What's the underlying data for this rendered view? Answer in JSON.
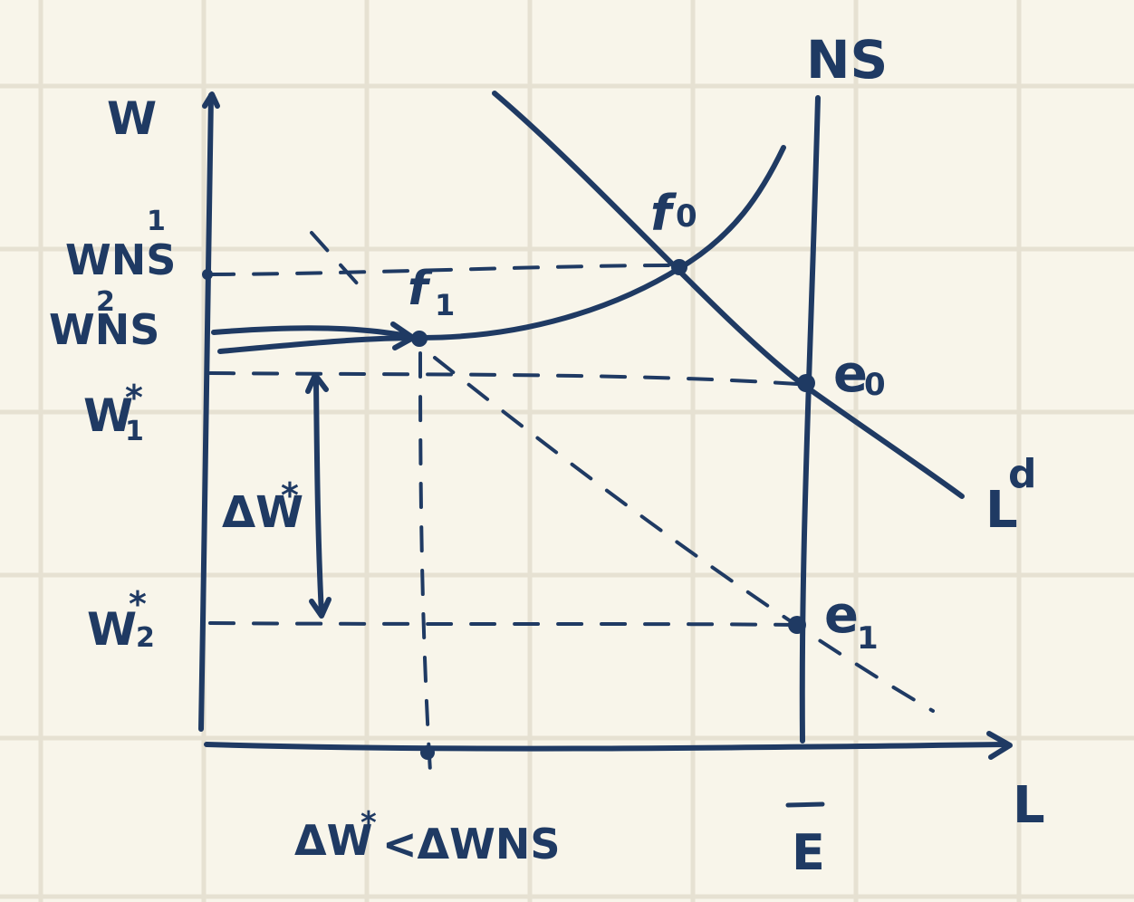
{
  "colors": {
    "ink": "#1f3a63",
    "paper": "#f8f5ea",
    "grid": "#e6e1d2"
  },
  "axes": {
    "y_label": "W",
    "x_label": "L"
  },
  "curves": {
    "ns_label": "NS",
    "ld_label": "L",
    "ld_superscript": "d"
  },
  "points": {
    "f0": "f",
    "f0_sub": "0",
    "f1": "f",
    "f1_sub": "1",
    "e0": "e",
    "e0_sub": "0",
    "e1": "e",
    "e1_sub": "1"
  },
  "y_ticks": {
    "wns1": "WNS",
    "wns1_sup": "1",
    "wns2": "WNS",
    "wns2_sup": "2",
    "w1": "W",
    "w1_sup": "*",
    "w1_sub": "1",
    "w2": "W",
    "w2_sup": "*",
    "w2_sub": "2"
  },
  "annotations": {
    "delta_w": "ΔW",
    "delta_w_sup": "*",
    "inequality_a": "ΔW",
    "inequality_sup": "*",
    "inequality_b": "<ΔWNS"
  },
  "x_ticks": {
    "e_bar": "E"
  }
}
